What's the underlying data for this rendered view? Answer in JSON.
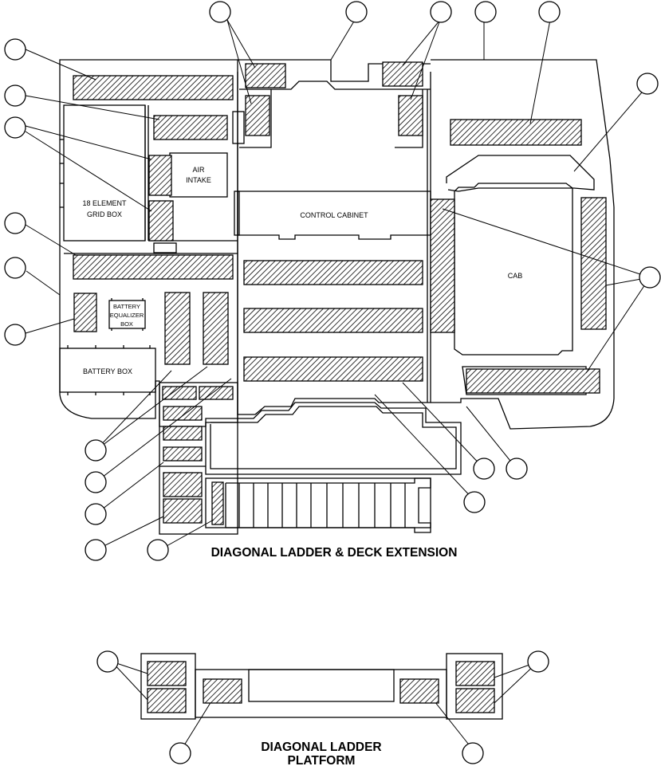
{
  "labels": {
    "grid_box": [
      "18 ELEMENT",
      "GRID BOX"
    ],
    "air_intake": [
      "AIR",
      "INTAKE"
    ],
    "control_cabinet": "CONTROL CABINET",
    "battery_equalizer_box": [
      "BATTERY",
      "EQUALIZER",
      "BOX"
    ],
    "battery_box": "BATTERY BOX",
    "cab": "CAB"
  },
  "captions": {
    "deck_extension": "DIAGONAL LADDER & DECK EXTENSION",
    "platform": [
      "DIAGONAL LADDER",
      "PLATFORM"
    ]
  },
  "colors": {
    "line": "#000000",
    "background": "#ffffff"
  }
}
